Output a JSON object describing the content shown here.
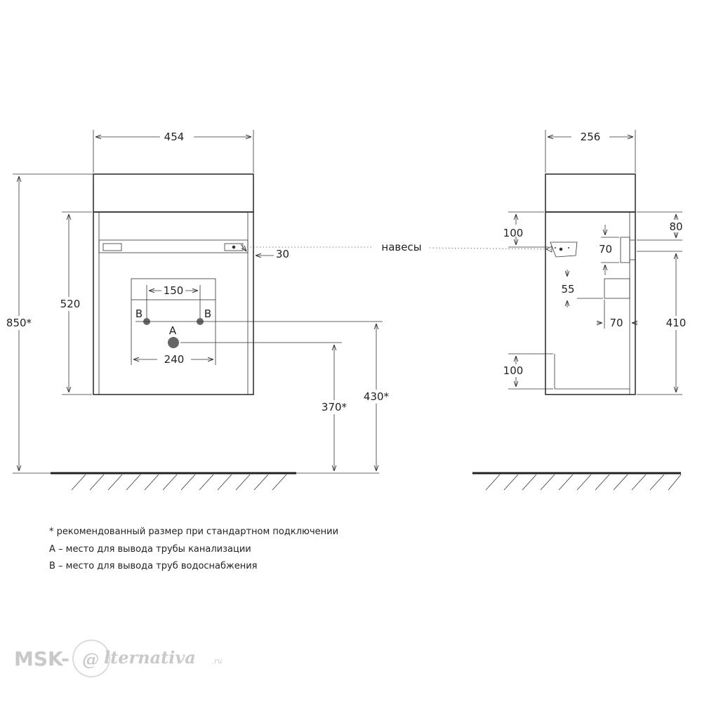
{
  "front_view": {
    "width": "454",
    "height_total": "850*",
    "height_body": "520",
    "hinge_offset": "30",
    "water_spacing": "150",
    "label_b_left": "B",
    "label_b_right": "B",
    "label_a": "A",
    "drain_width": "240",
    "drain_height": "370*",
    "water_height": "430*"
  },
  "side_view": {
    "depth": "256",
    "hinge_top": "100",
    "right_top": "80",
    "bracket_h": "70",
    "bracket_gap": "55",
    "bracket_w": "70",
    "right_height": "410",
    "bottom_gap": "100"
  },
  "callout": {
    "hinges": "навесы"
  },
  "notes": [
    "* рекомендованный размер при стандартном подключении",
    "А – место для вывода трубы канализации",
    "В – место для вывода труб водоснабжения"
  ],
  "watermark": {
    "brand": "MSK-",
    "at": "@",
    "rest": "lternativa",
    "suffix": ".ru"
  }
}
